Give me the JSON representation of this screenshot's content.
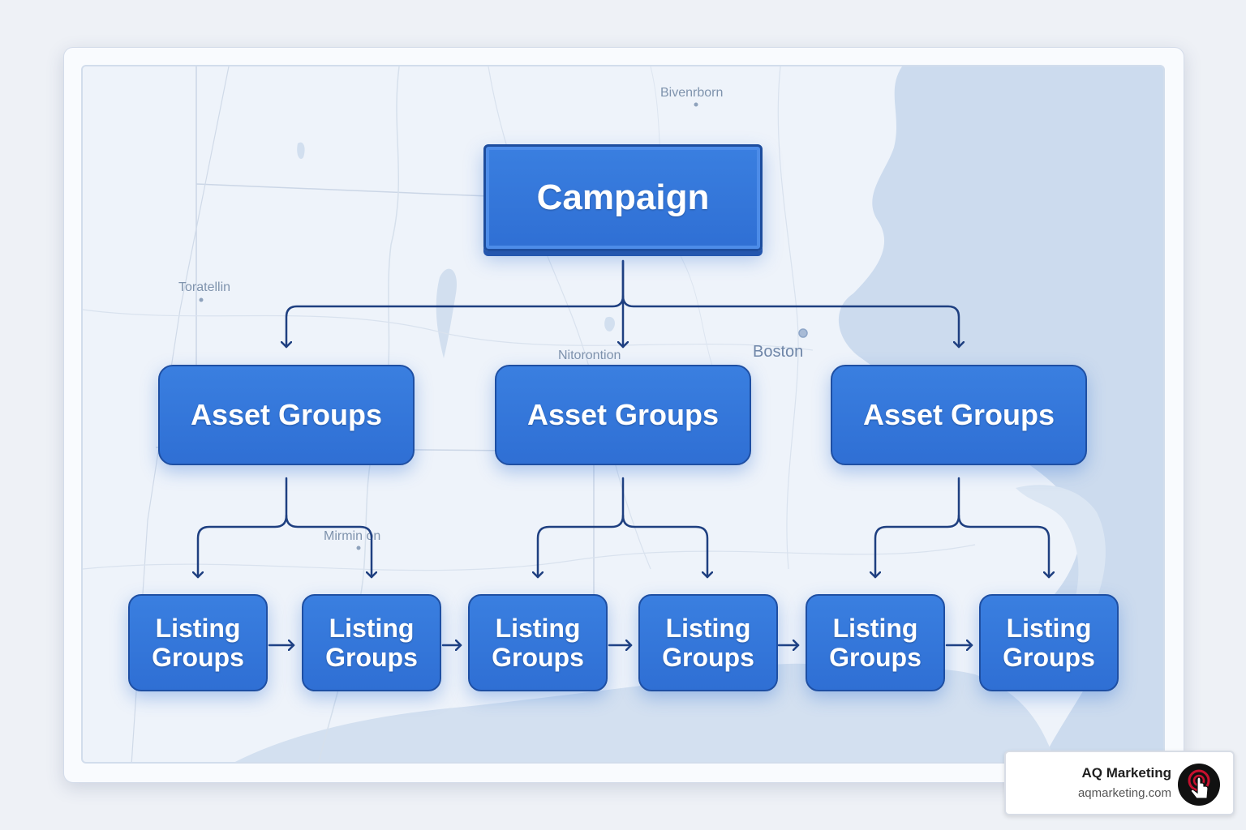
{
  "diagram": {
    "root": {
      "label": "Campaign"
    },
    "asset_groups": [
      {
        "label": "Asset Groups"
      },
      {
        "label": "Asset Groups"
      },
      {
        "label": "Asset Groups"
      }
    ],
    "listing_groups": [
      {
        "label": "Listing\nGroups"
      },
      {
        "label": "Listing\nGroups"
      },
      {
        "label": "Listing\nGroups"
      },
      {
        "label": "Listing\nGroups"
      },
      {
        "label": "Listing\nGroups"
      },
      {
        "label": "Listing\nGroups"
      }
    ]
  },
  "map": {
    "places": [
      "Bivenrborn",
      "Toratellin",
      "Nitorontion",
      "Boston",
      "Mirmin on"
    ],
    "colors": {
      "land": "#eef3fa",
      "water": "#c9d8ec",
      "lines": "#c7d3e4"
    }
  },
  "brand": {
    "name": "AQ Marketing",
    "url": "aqmarketing.com",
    "logo_icon": "cursor-hand-icon"
  },
  "colors": {
    "box_fill": "#3478dc",
    "box_border": "#1e4fa3",
    "connector": "#1e3f80",
    "text": "#ffffff"
  }
}
